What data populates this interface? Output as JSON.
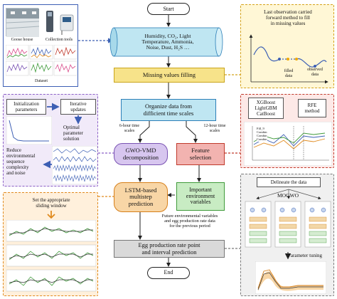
{
  "center": {
    "start": "Start",
    "env": [
      "Humidity, CO₂, Light",
      "Temperature, Ammonia,",
      "Noise, Dust, H₂S …"
    ],
    "missing": "Missing values filling",
    "organize": [
      "Organize data from",
      "difficient time scales"
    ],
    "label_6h": [
      "6-hour time",
      "scales"
    ],
    "label_12h": [
      "12-hour time",
      "scales"
    ],
    "gwo": [
      "GWO-VMD",
      "decomposition"
    ],
    "feature": [
      "Feature",
      "selection"
    ],
    "lstm": [
      "LSTM-based",
      "multistep",
      "prediction"
    ],
    "important": [
      "Important",
      "environment",
      "variables"
    ],
    "future": [
      "Future environmental variables",
      "and egg production rate data",
      "for the previous period"
    ],
    "egg": [
      "Egg production rate point",
      "and interval prediction"
    ],
    "end": "End"
  },
  "panel_dataset": {
    "goose_house": "Goose house",
    "collection_tools": "Collection tools",
    "dataset": "Dataset"
  },
  "panel_fill": {
    "text": [
      "Last observation carried",
      "forward method to fill",
      "in missing values"
    ],
    "filled": [
      "filled",
      "data"
    ],
    "observed": [
      "observed",
      "data"
    ]
  },
  "panel_vmd": {
    "init": [
      "Initialization",
      "parameters"
    ],
    "iter": [
      "Iterative",
      "updates"
    ],
    "optimal": [
      "Optimal",
      "parameter",
      "solution"
    ],
    "reduce": [
      "Reduce",
      "environmental",
      "sequence",
      "complexity",
      "and noise"
    ]
  },
  "panel_fs": {
    "models": [
      "XGBoost",
      "LightGBM",
      "CatBoost"
    ],
    "rfe": [
      "RFE",
      "method"
    ],
    "legend": [
      "Fill_9",
      "Combin",
      "Combin",
      "Combin"
    ]
  },
  "panel_window": {
    "text": [
      "Set the appropriate",
      "sliding window"
    ]
  },
  "panel_mogwo": {
    "delineate": "Delineate the data",
    "mogwo": "MOGWO",
    "tuning": "Parameter tuning"
  },
  "colors": {
    "cyan": "#bfe6f2",
    "yellow": "#f7e38a",
    "purple": "#d7c6ef",
    "red": "#f2b3b0",
    "green": "#c8ecc3",
    "orange": "#f8d6a6",
    "gray": "#d9d9d9",
    "panel_yellow": "#fff7d6",
    "panel_purple": "#f1eaf9",
    "panel_red": "#fde9e7",
    "panel_orange": "#fff0dc",
    "panel_gray": "#f0f0f0",
    "arrow_blue": "#3d5fb4"
  }
}
